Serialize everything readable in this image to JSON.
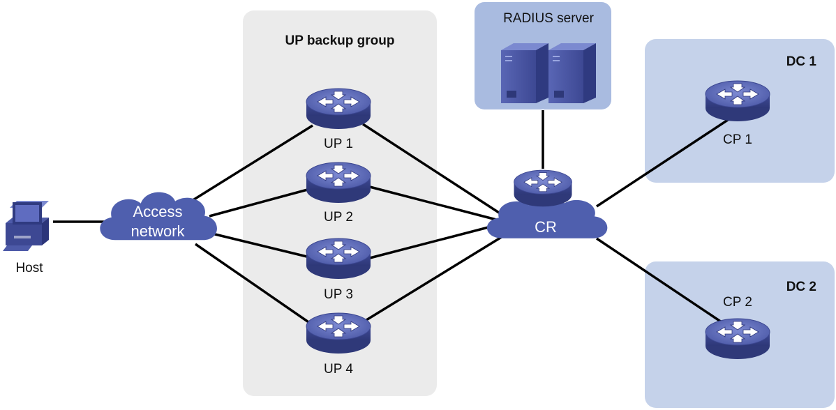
{
  "regions": {
    "up_group": {
      "title": "UP backup group"
    },
    "radius": {
      "title": "RADIUS server"
    },
    "dc1": {
      "title": "DC 1"
    },
    "dc2": {
      "title": "DC 2"
    }
  },
  "nodes": {
    "host": {
      "label": "Host"
    },
    "access": {
      "line1": "Access",
      "line2": "network"
    },
    "up1": {
      "label": "UP 1"
    },
    "up2": {
      "label": "UP 2"
    },
    "up3": {
      "label": "UP 3"
    },
    "up4": {
      "label": "UP 4"
    },
    "cr": {
      "label": "CR"
    },
    "cp1": {
      "label": "CP 1"
    },
    "cp2": {
      "label": "CP 2"
    }
  },
  "colors": {
    "up_group_bg": "#ebebeb",
    "dc_bg": "#c5d2ea",
    "radius_bg": "#a9bbe0",
    "device": "#5b68b8",
    "cloud": "#4f5fae",
    "link": "#000000"
  },
  "icons": {
    "router": "router-icon",
    "server": "server-icon",
    "pc": "pc-icon",
    "cloud": "cloud-icon"
  }
}
